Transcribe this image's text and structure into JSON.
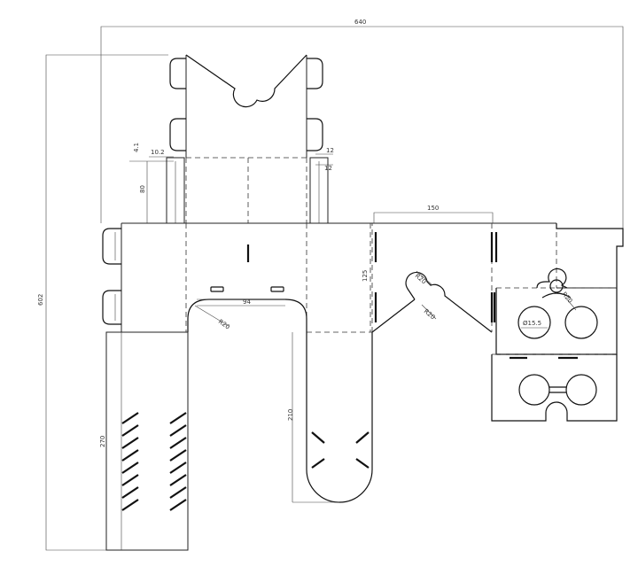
{
  "dimensions": {
    "overall_width": "640",
    "overall_height": "602",
    "panel_width": "150",
    "slot_depth": "125",
    "tab_span": "94",
    "tongue_length": "270",
    "flap_length": "210",
    "tab_small_a": "4.1",
    "tab_small_b": "10.2",
    "tab_height": "80",
    "tab_right_a": "12",
    "tab_right_b": "12",
    "hole_label": "Ø15.5",
    "radius_a": "R20",
    "radius_b": "R20",
    "radius_c": "R20",
    "radius_d": "R20"
  }
}
